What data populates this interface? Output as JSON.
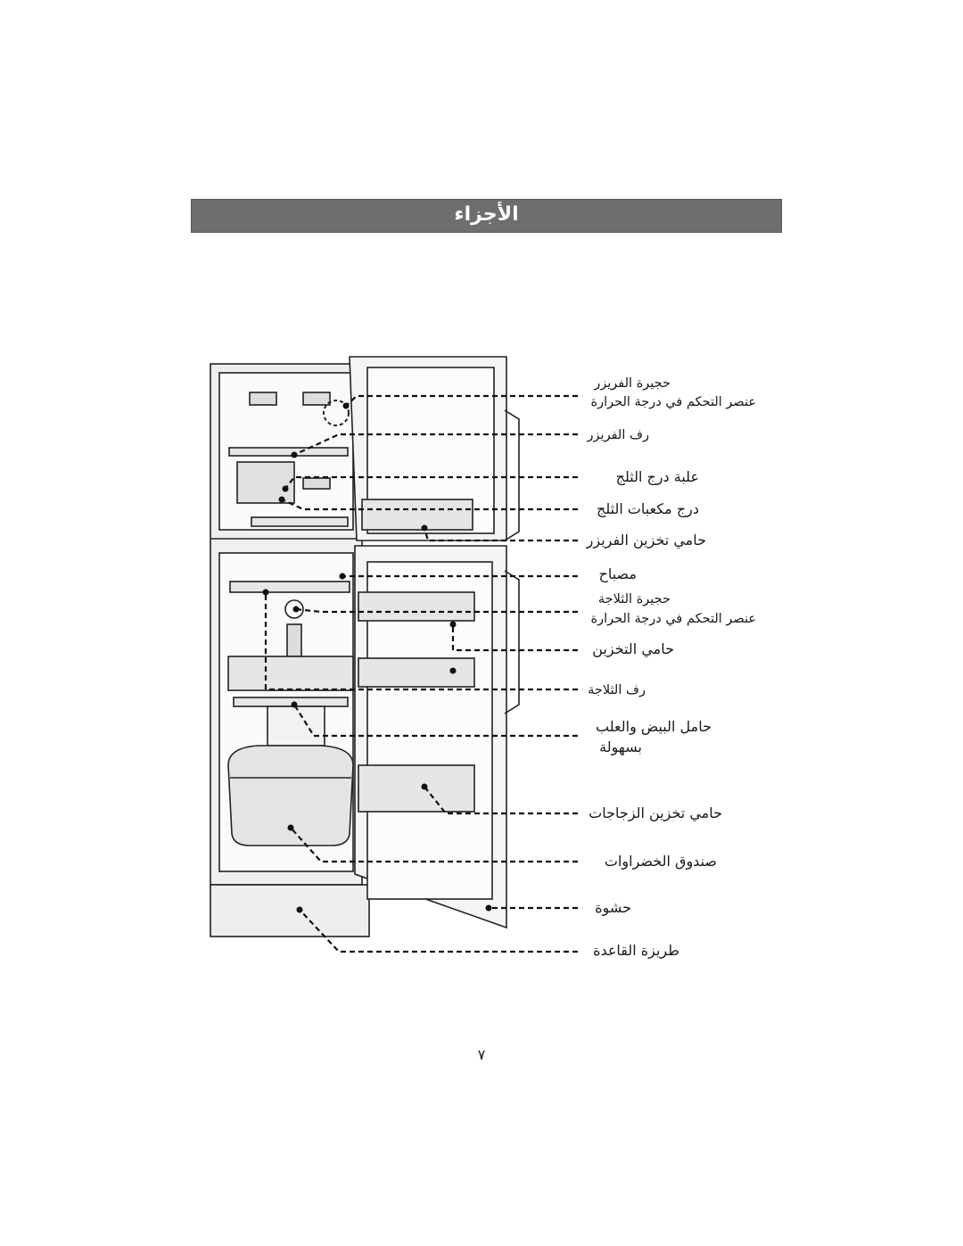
{
  "document": {
    "section_title": "الأجزاء",
    "page_number": "٧"
  },
  "callouts": {
    "freezer_compartment": "حجيرة الفريزر",
    "freezer_temp_control": "عنصر التحكم في درجة الحرارة",
    "freezer_shelf": "رف الفريزر",
    "ice_box": "علبة درج الثلج",
    "ice_cube_tray": "درج مكعبات الثلج",
    "freezer_door_guard": "حامي تخزين الفريزر",
    "lamp": "مصباح",
    "fridge_compartment": "حجيرة الثلاجة",
    "fridge_temp_control": "عنصر التحكم في درجة الحرارة",
    "storage_guard": "حامي التخزين",
    "fridge_shelf": "رف الثلاجة",
    "egg_dairy_guard_line1": "حامل البيض والعلب",
    "egg_dairy_guard_line2": "بسهولة",
    "bottle_guard": "حامي تخزين الزجاجات",
    "vegetable_box": "صندوق الخضراوات",
    "gasket": "حشوة",
    "base_plate": "طريزة القاعدة"
  }
}
